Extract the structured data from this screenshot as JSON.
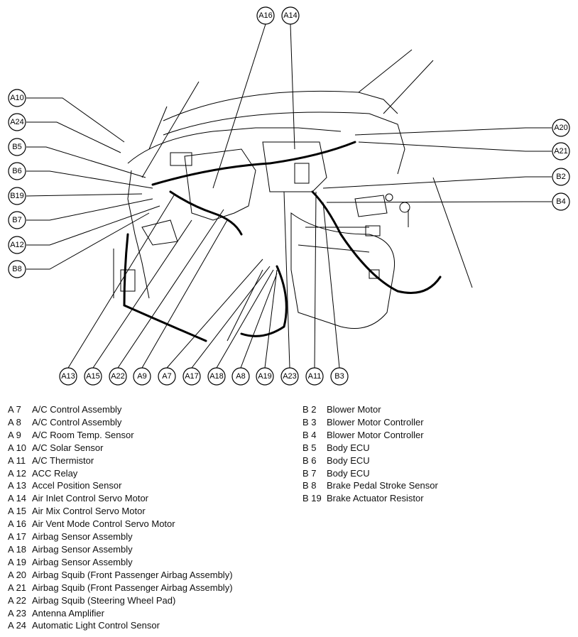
{
  "callouts": {
    "top": [
      "A16",
      "A14"
    ],
    "left": [
      "A10",
      "A24",
      "B5",
      "B6",
      "B19",
      "B7",
      "A12",
      "B8"
    ],
    "right": [
      "A20",
      "A21",
      "B2",
      "B4"
    ],
    "bottom": [
      "A13",
      "A15",
      "A22",
      "A9",
      "A7",
      "A17",
      "A18",
      "A8",
      "A19",
      "A23",
      "A11",
      "B3"
    ]
  },
  "legend_left": [
    {
      "code": "A  7",
      "name": "A/C Control Assembly"
    },
    {
      "code": "A  8",
      "name": "A/C Control Assembly"
    },
    {
      "code": "A  9",
      "name": "A/C Room Temp. Sensor"
    },
    {
      "code": "A 10",
      "name": "A/C Solar Sensor"
    },
    {
      "code": "A 11",
      "name": "A/C Thermistor"
    },
    {
      "code": "A 12",
      "name": "ACC Relay"
    },
    {
      "code": "A 13",
      "name": "Accel Position Sensor"
    },
    {
      "code": "A 14",
      "name": "Air Inlet Control Servo Motor"
    },
    {
      "code": "A 15",
      "name": "Air Mix Control Servo Motor"
    },
    {
      "code": "A 16",
      "name": "Air Vent Mode Control Servo Motor"
    },
    {
      "code": "A 17",
      "name": "Airbag Sensor Assembly"
    },
    {
      "code": "A 18",
      "name": "Airbag Sensor Assembly"
    },
    {
      "code": "A 19",
      "name": "Airbag Sensor Assembly"
    },
    {
      "code": "A 20",
      "name": "Airbag Squib (Front Passenger Airbag Assembly)"
    },
    {
      "code": "A 21",
      "name": "Airbag Squib (Front Passenger Airbag Assembly)"
    },
    {
      "code": "A 22",
      "name": "Airbag Squib (Steering Wheel Pad)"
    },
    {
      "code": "A 23",
      "name": "Antenna Amplifier"
    },
    {
      "code": "A 24",
      "name": "Automatic Light Control Sensor"
    }
  ],
  "legend_right": [
    {
      "code": "B  2",
      "name": "Blower Motor"
    },
    {
      "code": "B  3",
      "name": "Blower Motor Controller"
    },
    {
      "code": "B  4",
      "name": "Blower Motor Controller"
    },
    {
      "code": "B  5",
      "name": "Body ECU"
    },
    {
      "code": "B  6",
      "name": "Body ECU"
    },
    {
      "code": "B  7",
      "name": "Body ECU"
    },
    {
      "code": "B  8",
      "name": "Brake Pedal Stroke Sensor"
    },
    {
      "code": "B 19",
      "name": "Brake Actuator Resistor"
    }
  ]
}
